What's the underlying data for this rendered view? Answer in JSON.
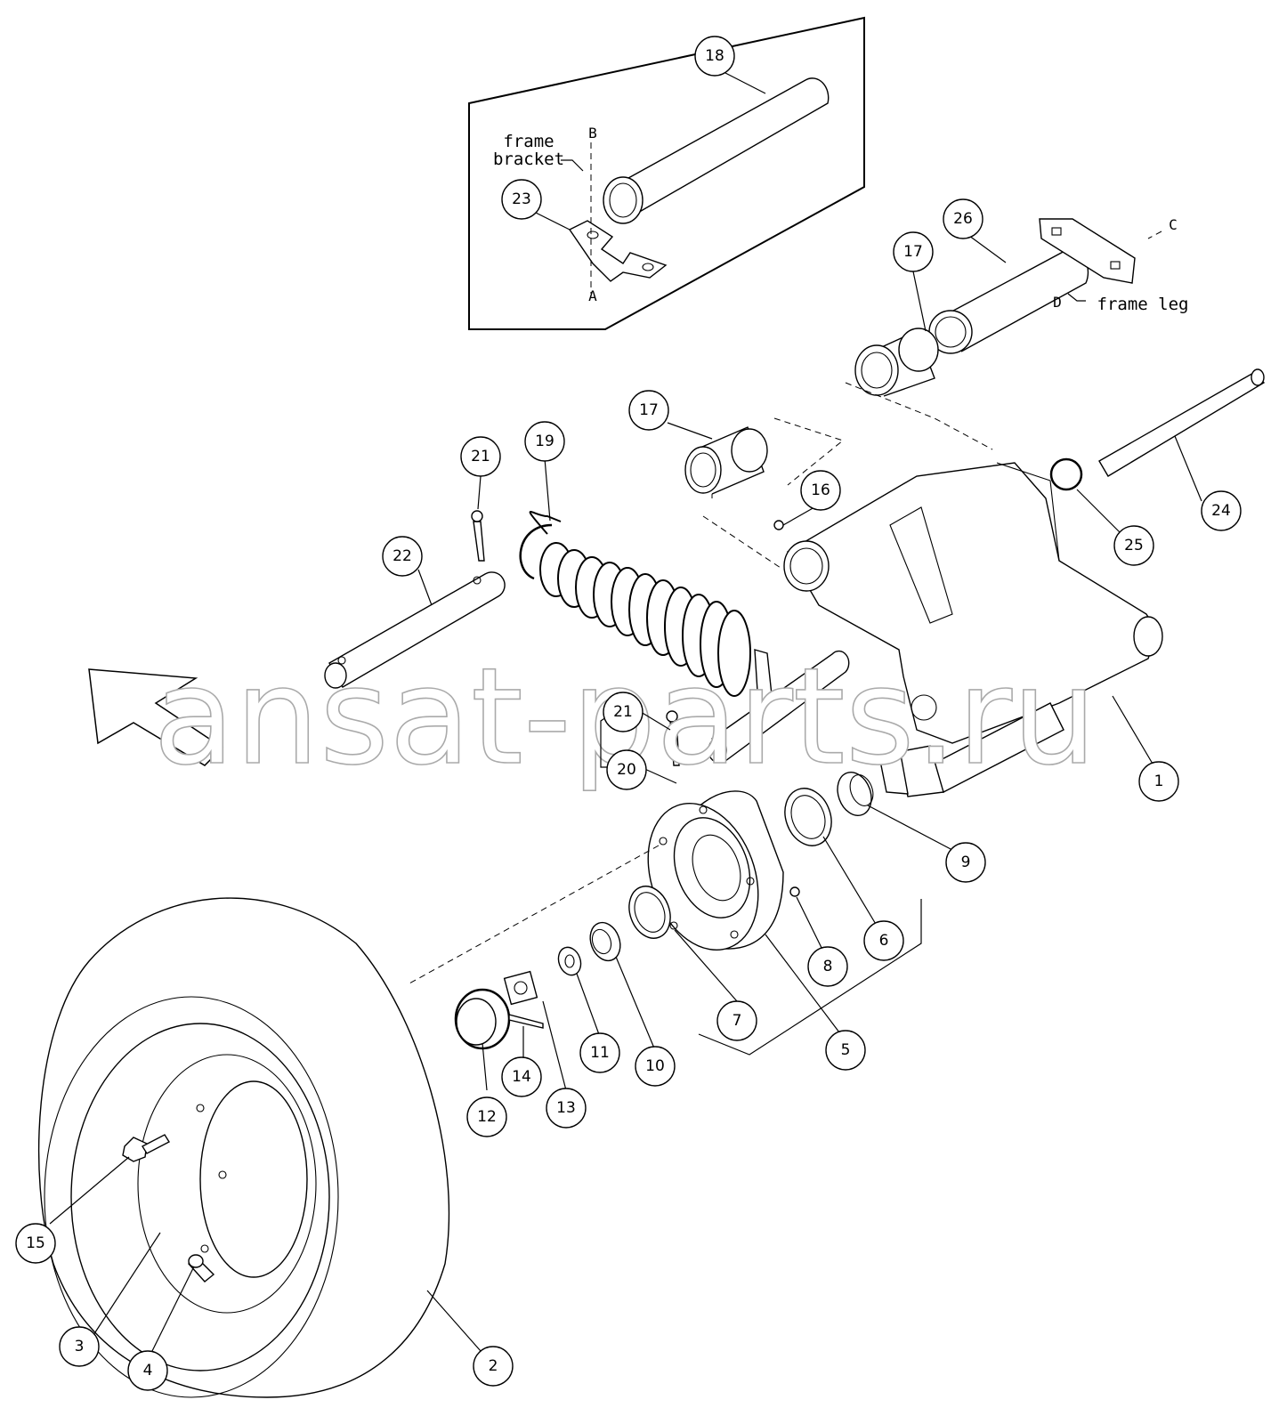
{
  "callouts": [
    "1",
    "2",
    "3",
    "4",
    "5",
    "6",
    "7",
    "8",
    "9",
    "10",
    "11",
    "12",
    "13",
    "14",
    "15",
    "16",
    "17",
    "17",
    "18",
    "19",
    "20",
    "21",
    "21",
    "22",
    "23",
    "24",
    "25",
    "26"
  ],
  "labels": {
    "frame_bracket_1": "frame",
    "frame_bracket_2": "bracket",
    "frame_leg": "frame leg",
    "point_a": "A",
    "point_b": "B",
    "point_c": "C",
    "point_d": "D"
  },
  "watermark": "ansat-parts.ru"
}
